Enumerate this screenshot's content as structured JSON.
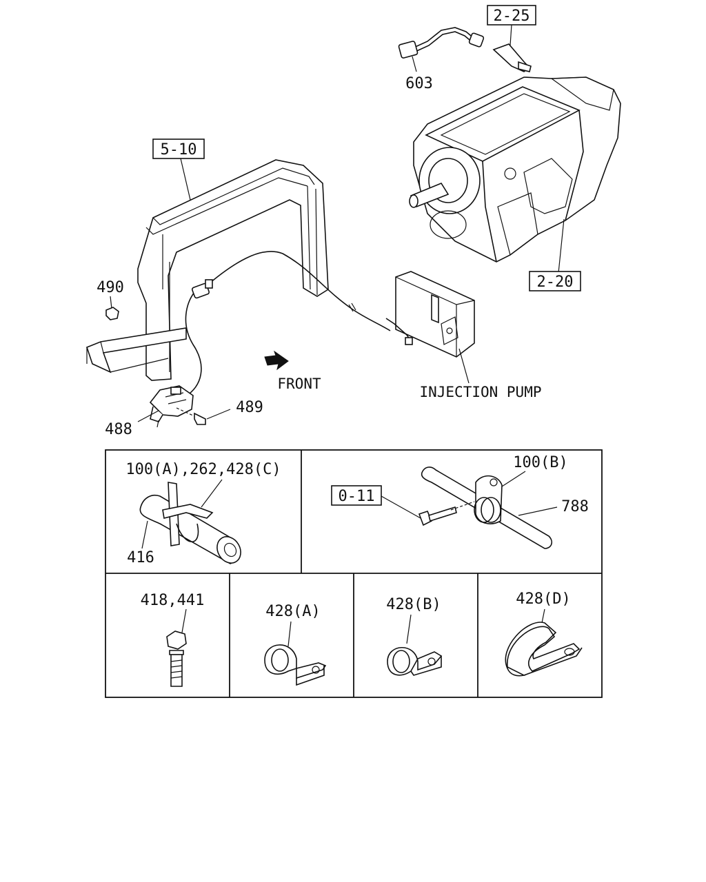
{
  "diagram": {
    "main": {
      "ref_2_25": "2-25",
      "ref_603": "603",
      "ref_5_10": "5-10",
      "ref_2_20": "2-20",
      "ref_490": "490",
      "front_label": "FRONT",
      "injection_pump_label": "INJECTION PUMP",
      "ref_489": "489",
      "ref_488": "488"
    },
    "details": {
      "panel_a_title": "100(A),262,428(C)",
      "panel_a_part": "416",
      "panel_b_ref_box": "0-11",
      "panel_b_clamp": "100(B)",
      "panel_b_pipe": "788",
      "bolt_label": "418,441",
      "clip_a_label": "428(A)",
      "clip_b_label": "428(B)",
      "clip_d_label": "428(D)"
    }
  }
}
